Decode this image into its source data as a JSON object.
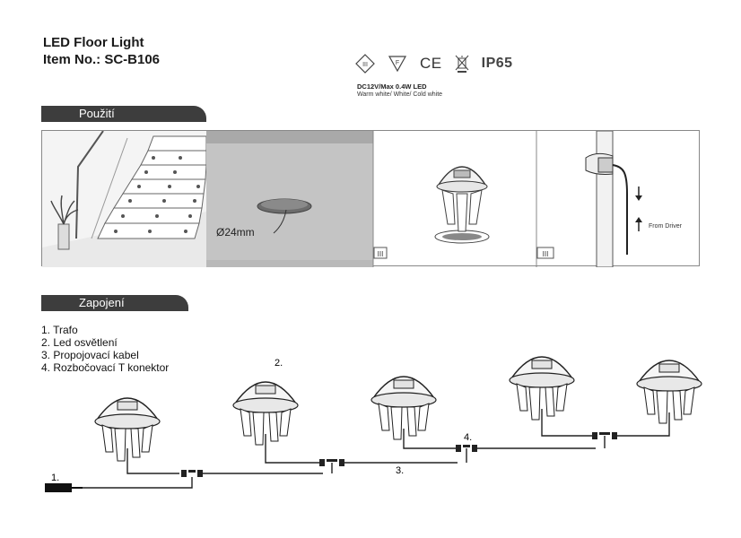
{
  "header": {
    "title_line1": "LED Floor Light",
    "title_line2": "Item No.: SC-B106"
  },
  "certifications": {
    "icons": [
      "class-iii-icon",
      "f-mark-icon",
      "ce-mark-icon",
      "weee-bin-icon"
    ],
    "ce_label": "CE",
    "class_label": "III",
    "f_label": "F",
    "ip_rating": "IP65"
  },
  "specs": {
    "line1": "DC12V/Max 0.4W LED",
    "line2": "Warm white/ White/ Cold white"
  },
  "usage_section": {
    "label": "Použití",
    "diameter_label": "Ø24mm",
    "driver_label": "From Driver",
    "class_mark": "III"
  },
  "wiring_section": {
    "label": "Zapojení",
    "legend": [
      "1. Trafo",
      "2. Led osvětlení",
      "3. Propojovací kabel",
      "4. Rozbočovací T konektor"
    ],
    "callouts": {
      "one": "1.",
      "two": "2.",
      "three": "3.",
      "four": "4."
    }
  }
}
